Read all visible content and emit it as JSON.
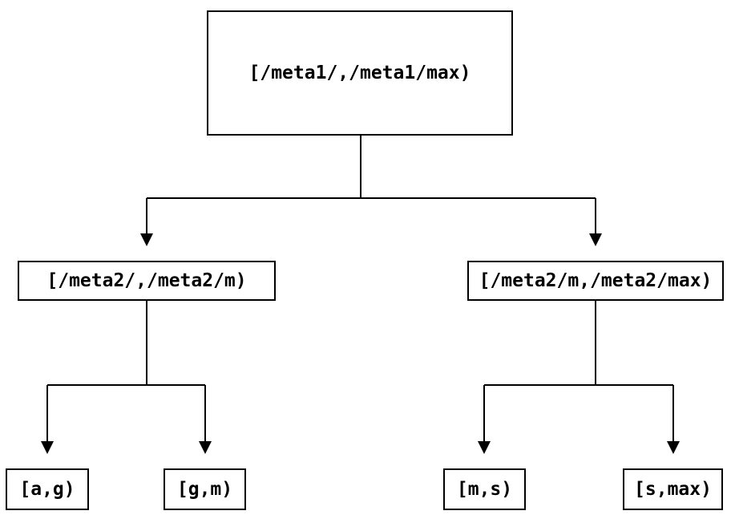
{
  "diagram": {
    "type": "tree",
    "colors": {
      "background": "#ffffff",
      "line": "#000000",
      "box_border": "#000000",
      "text": "#000000"
    },
    "nodes": {
      "root": {
        "label": "[/meta1/,/meta1/max)"
      },
      "mid_left": {
        "label": "[/meta2/,/meta2/m)"
      },
      "mid_right": {
        "label": "[/meta2/m,/meta2/max)"
      },
      "leaf_ag": {
        "label": "[a,g)"
      },
      "leaf_gm": {
        "label": "[g,m)"
      },
      "leaf_ms": {
        "label": "[m,s)"
      },
      "leaf_smax": {
        "label": "[s,max)"
      }
    },
    "edges": [
      {
        "from": "root",
        "to": "mid_left"
      },
      {
        "from": "root",
        "to": "mid_right"
      },
      {
        "from": "mid_left",
        "to": "leaf_ag"
      },
      {
        "from": "mid_left",
        "to": "leaf_gm"
      },
      {
        "from": "mid_right",
        "to": "leaf_ms"
      },
      {
        "from": "mid_right",
        "to": "leaf_smax"
      }
    ]
  }
}
